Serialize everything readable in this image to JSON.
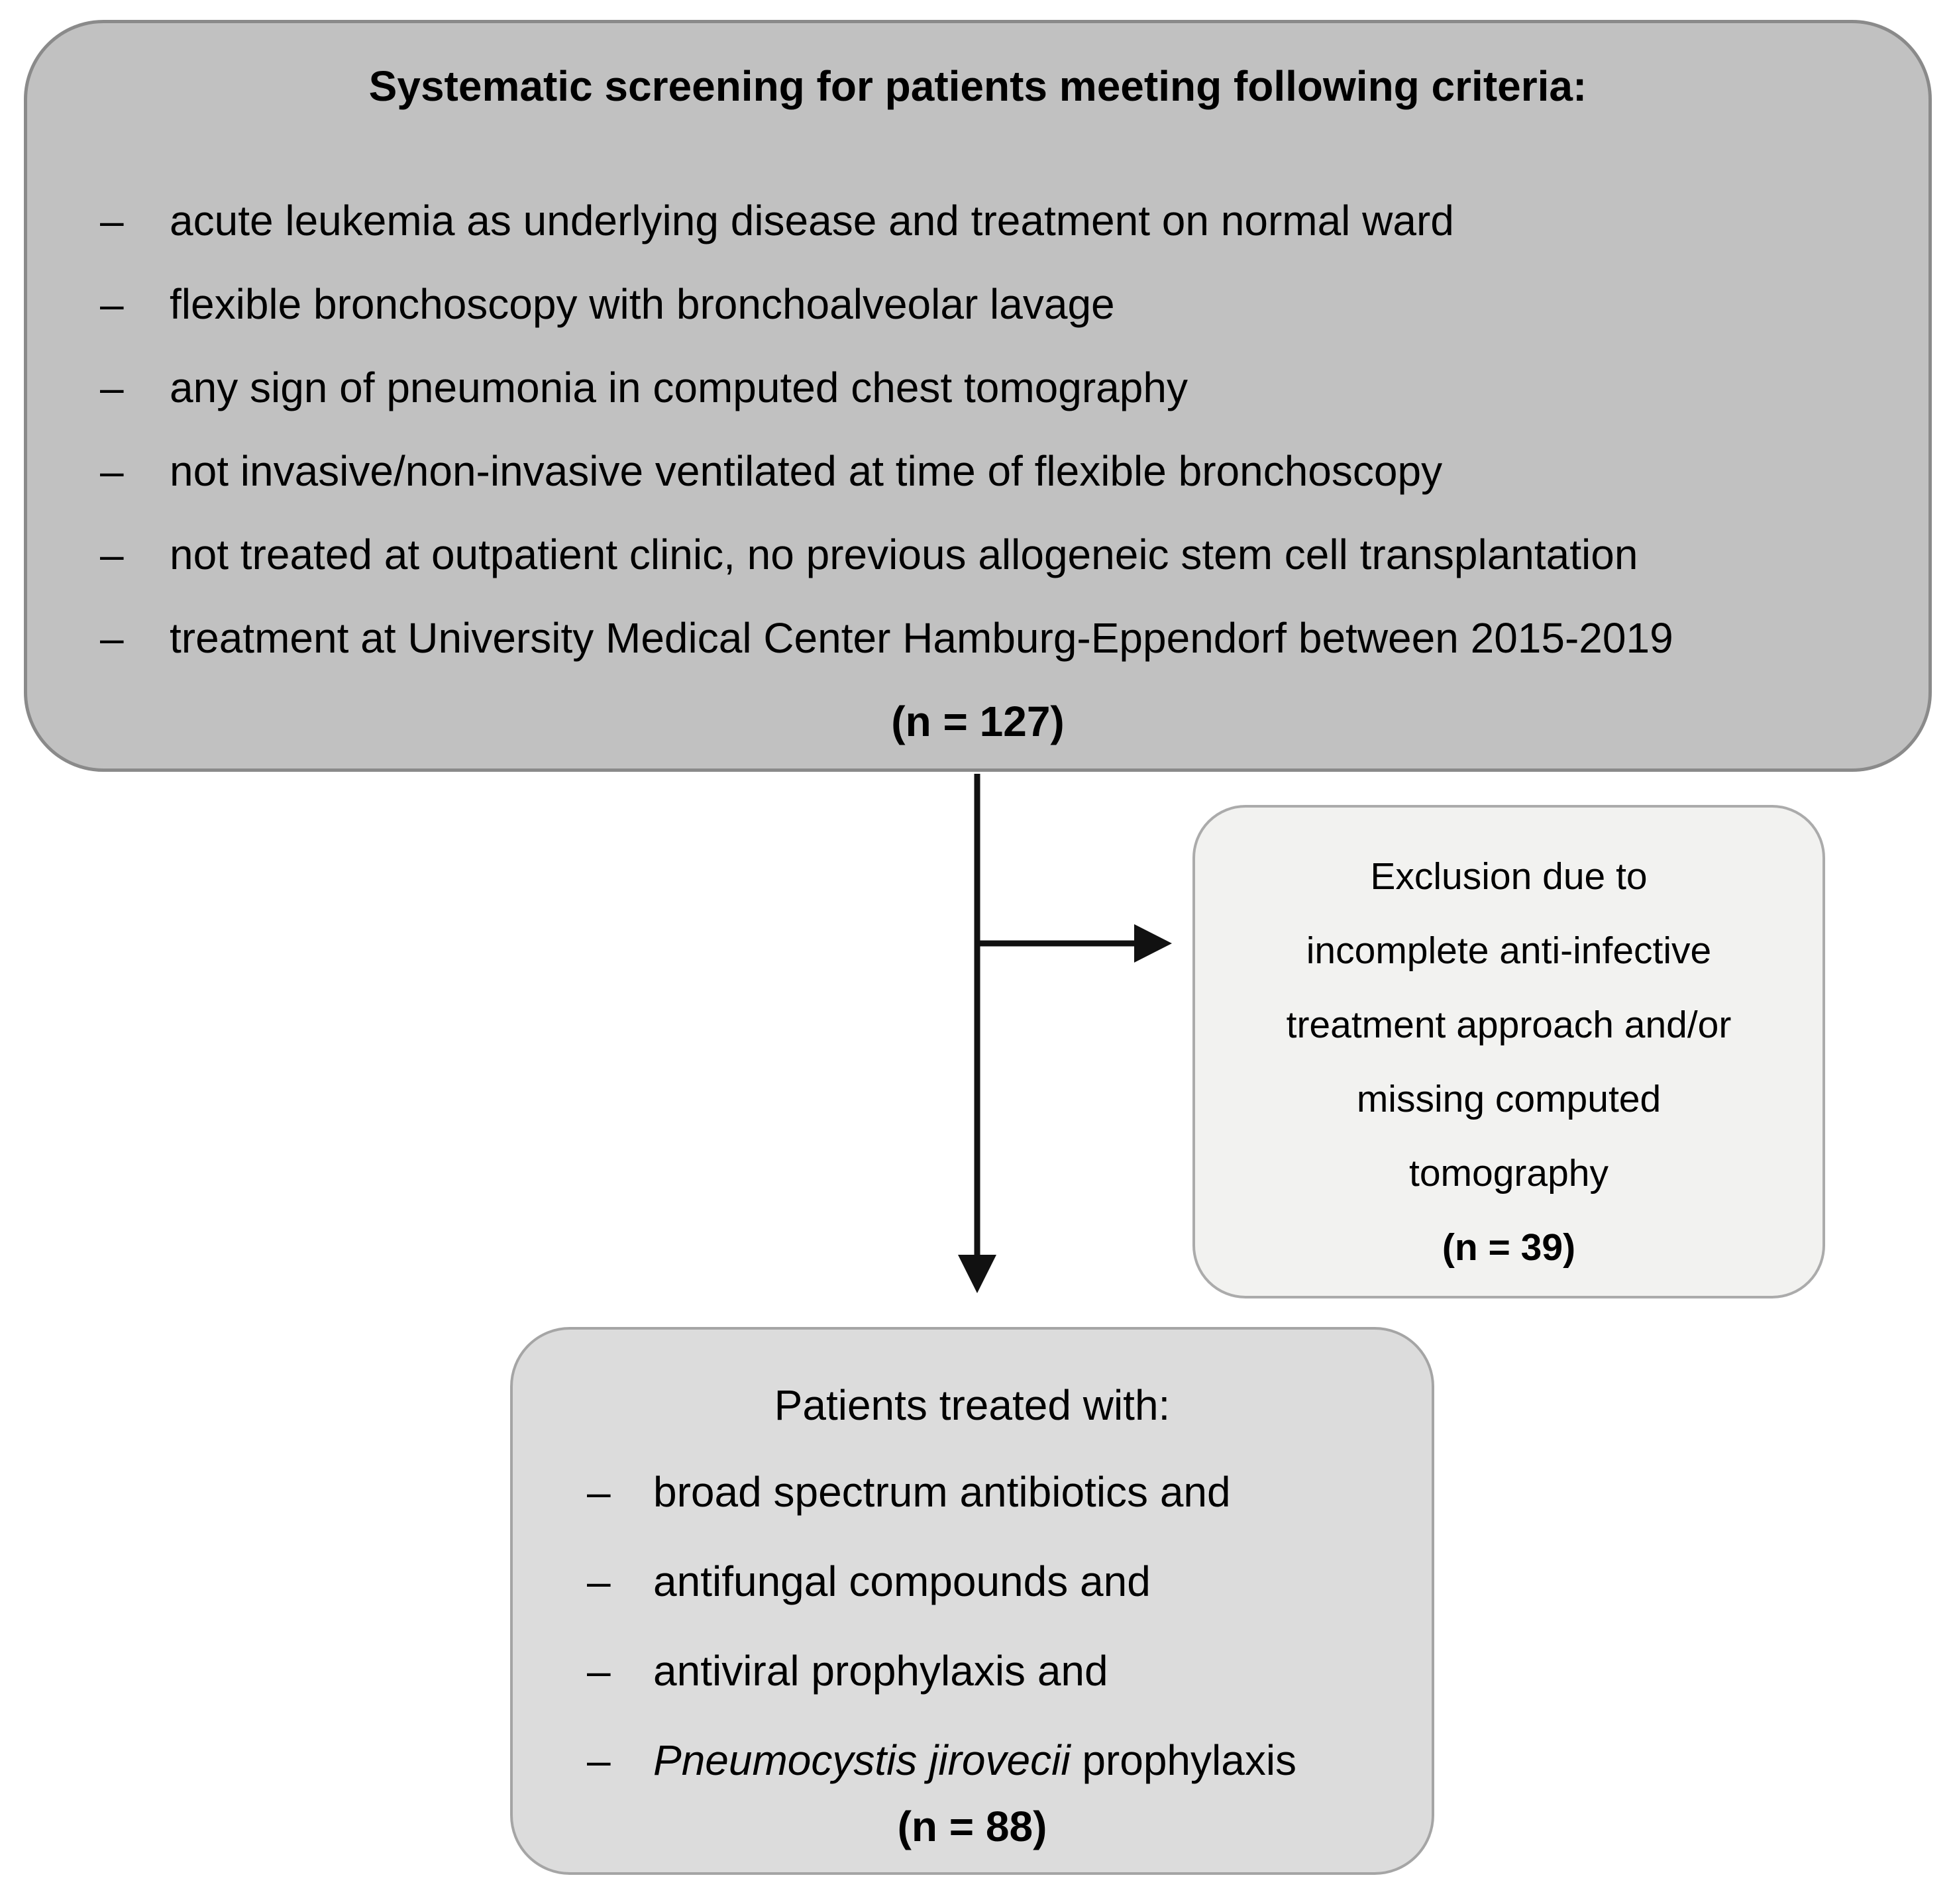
{
  "bullet_char": "–",
  "screening_box": {
    "title": "Systematic screening for patients meeting following criteria:",
    "criteria": [
      "acute leukemia as underlying disease and treatment on normal ward",
      "flexible bronchoscopy with bronchoalveolar lavage",
      "any sign of pneumonia in computed chest tomography",
      "not invasive/non-invasive ventilated at time of flexible bronchoscopy",
      "not treated at outpatient clinic, no previous allogeneic stem cell transplantation",
      "treatment at University Medical Center Hamburg-Eppendorf between 2015-2019"
    ],
    "n": 127,
    "n_label": "(n = 127)"
  },
  "exclusion_box": {
    "lines": [
      "Exclusion due to",
      "incomplete anti-infective",
      "treatment approach and/or",
      "missing computed",
      "tomography"
    ],
    "n": 39,
    "n_label": "(n = 39)"
  },
  "treatment_box": {
    "title": "Patients treated with:",
    "items": [
      "broad spectrum antibiotics and",
      "antifungal compounds and",
      "antiviral prophylaxis and"
    ],
    "italic_item": {
      "species": "Pneumocystis jirovecii",
      "suffix": " prophylaxis"
    },
    "n": 88,
    "n_label": "(n = 88)"
  },
  "colors": {
    "background": "#ffffff",
    "text": "#000000",
    "arrow": "#111111",
    "screening_fill": "#c1c1c1",
    "screening_border": "#8a8a8a",
    "exclusion_fill": "#f2f2f0",
    "exclusion_border": "#ababab",
    "treatment_fill": "#dcdcdc",
    "treatment_border": "#a5a5a5"
  }
}
